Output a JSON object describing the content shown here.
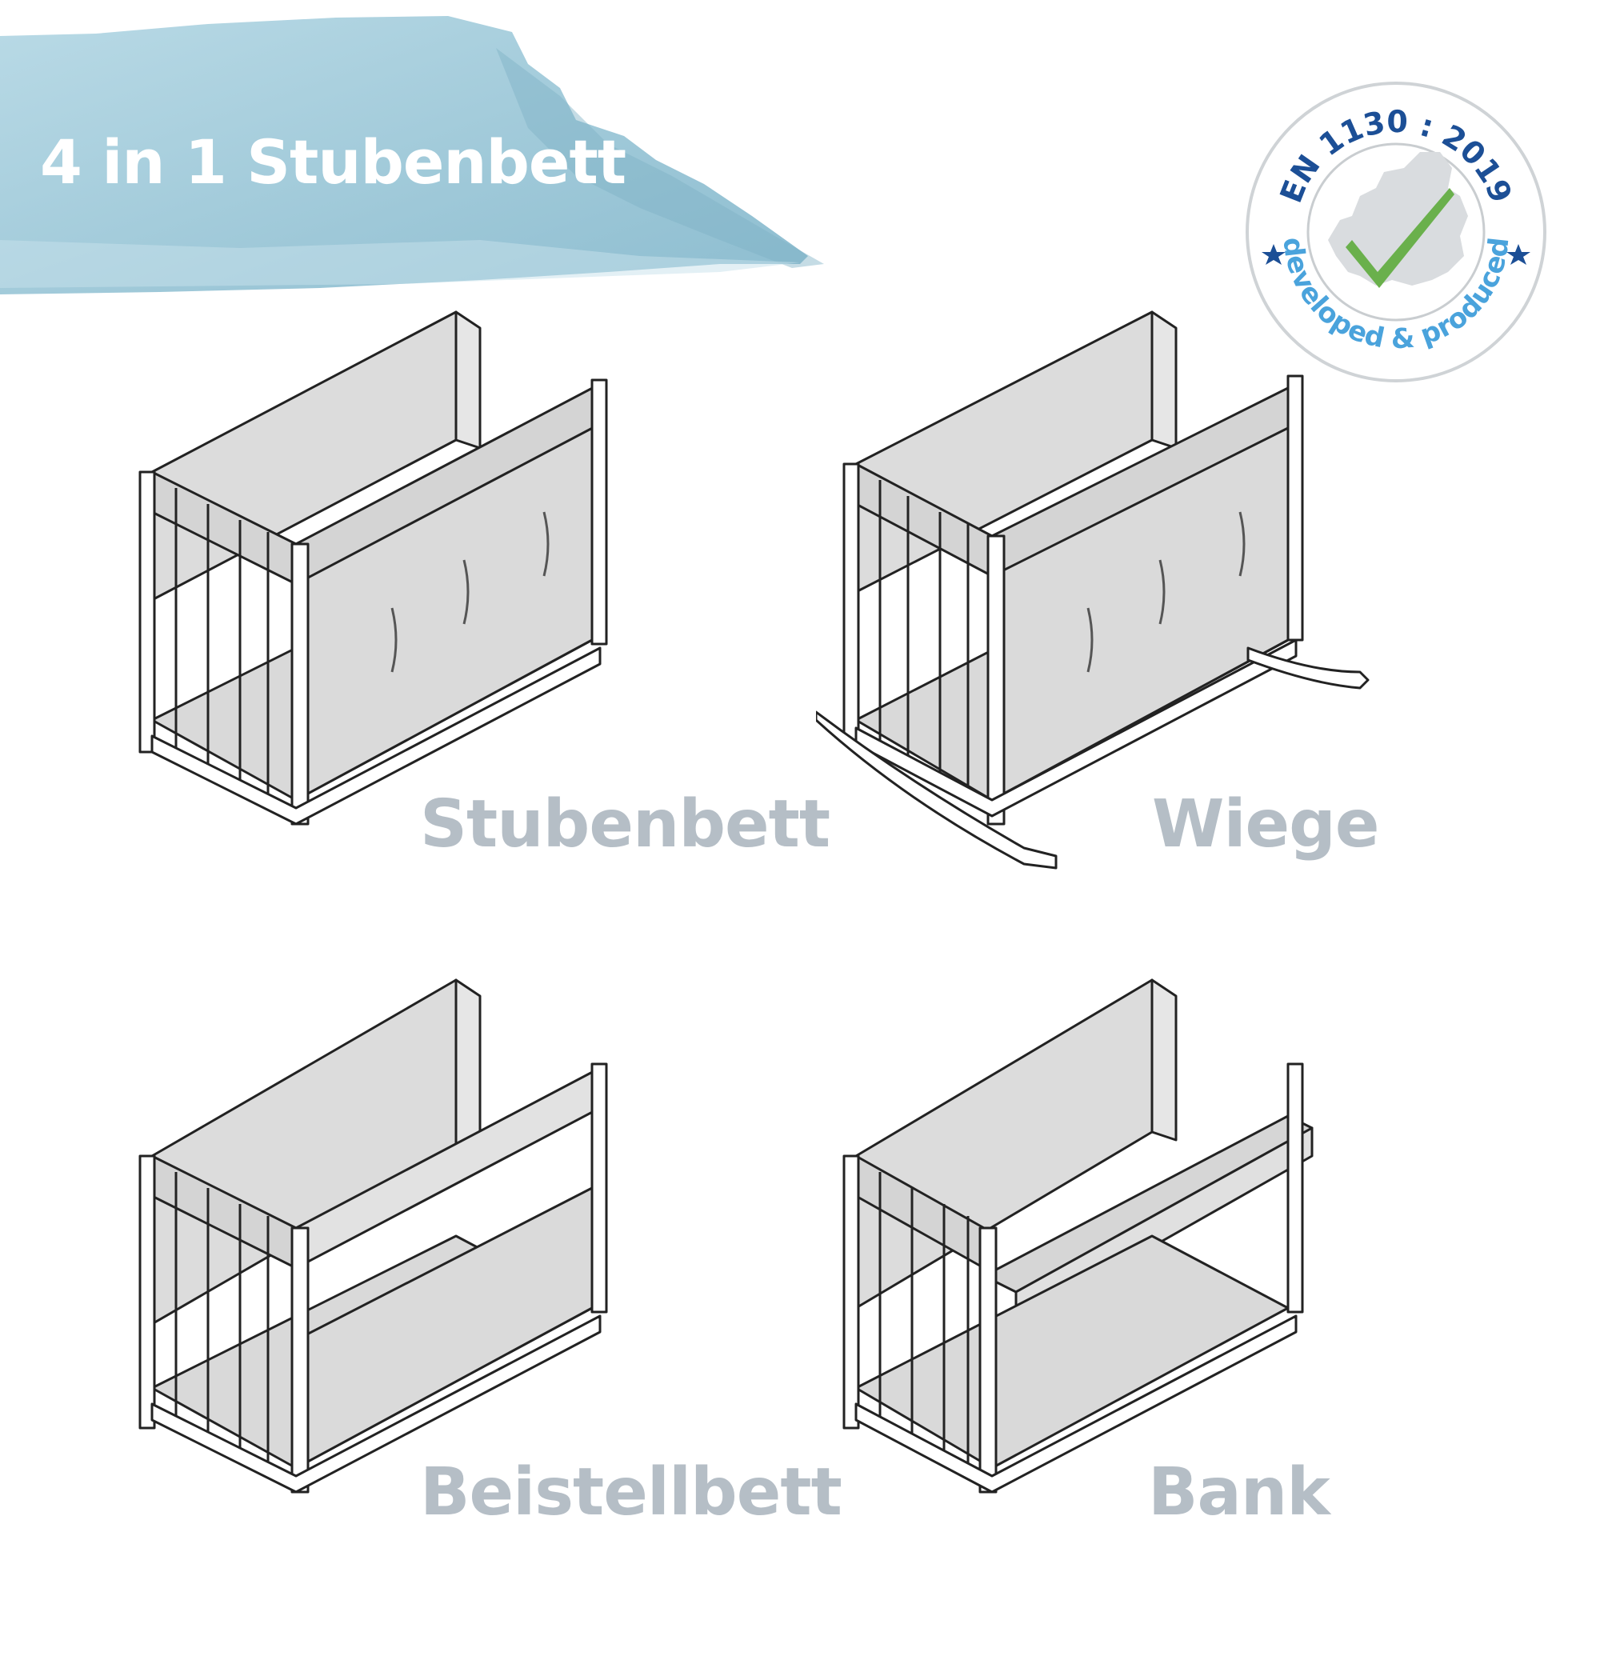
{
  "header": {
    "title": "4 in 1 Stubenbett"
  },
  "certification_badge": {
    "standard": "EN 1130 : 2019",
    "tagline": "developed & produced"
  },
  "configurations": [
    {
      "label": "Stubenbett"
    },
    {
      "label": "Wiege"
    },
    {
      "label": "Beistellbett"
    },
    {
      "label": "Bank"
    }
  ],
  "colors": {
    "banner": "#a9cfdd",
    "badge_dark_blue": "#1c4f96",
    "badge_light_blue": "#4aa3dc",
    "check_green": "#6ab04c",
    "caption_gray": "#b5bec6",
    "fabric_gray": "#dcdcdc"
  }
}
